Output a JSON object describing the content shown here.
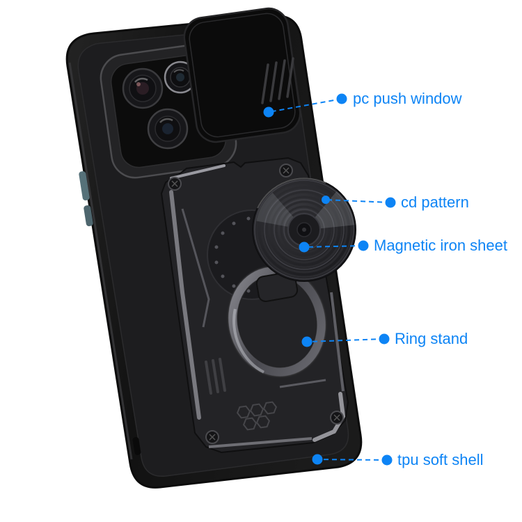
{
  "page": {
    "background": "#ffffff"
  },
  "accent_color": "#0d84f5",
  "product": {
    "description": "black armor phone case with slide camera cover, cd pattern magnetic disc and ring stand"
  },
  "annotations": [
    {
      "label": "pc push window"
    },
    {
      "label": "cd pattern"
    },
    {
      "label": "Magnetic iron sheet"
    },
    {
      "label": "Ring stand"
    },
    {
      "label": "tpu soft shell"
    }
  ]
}
